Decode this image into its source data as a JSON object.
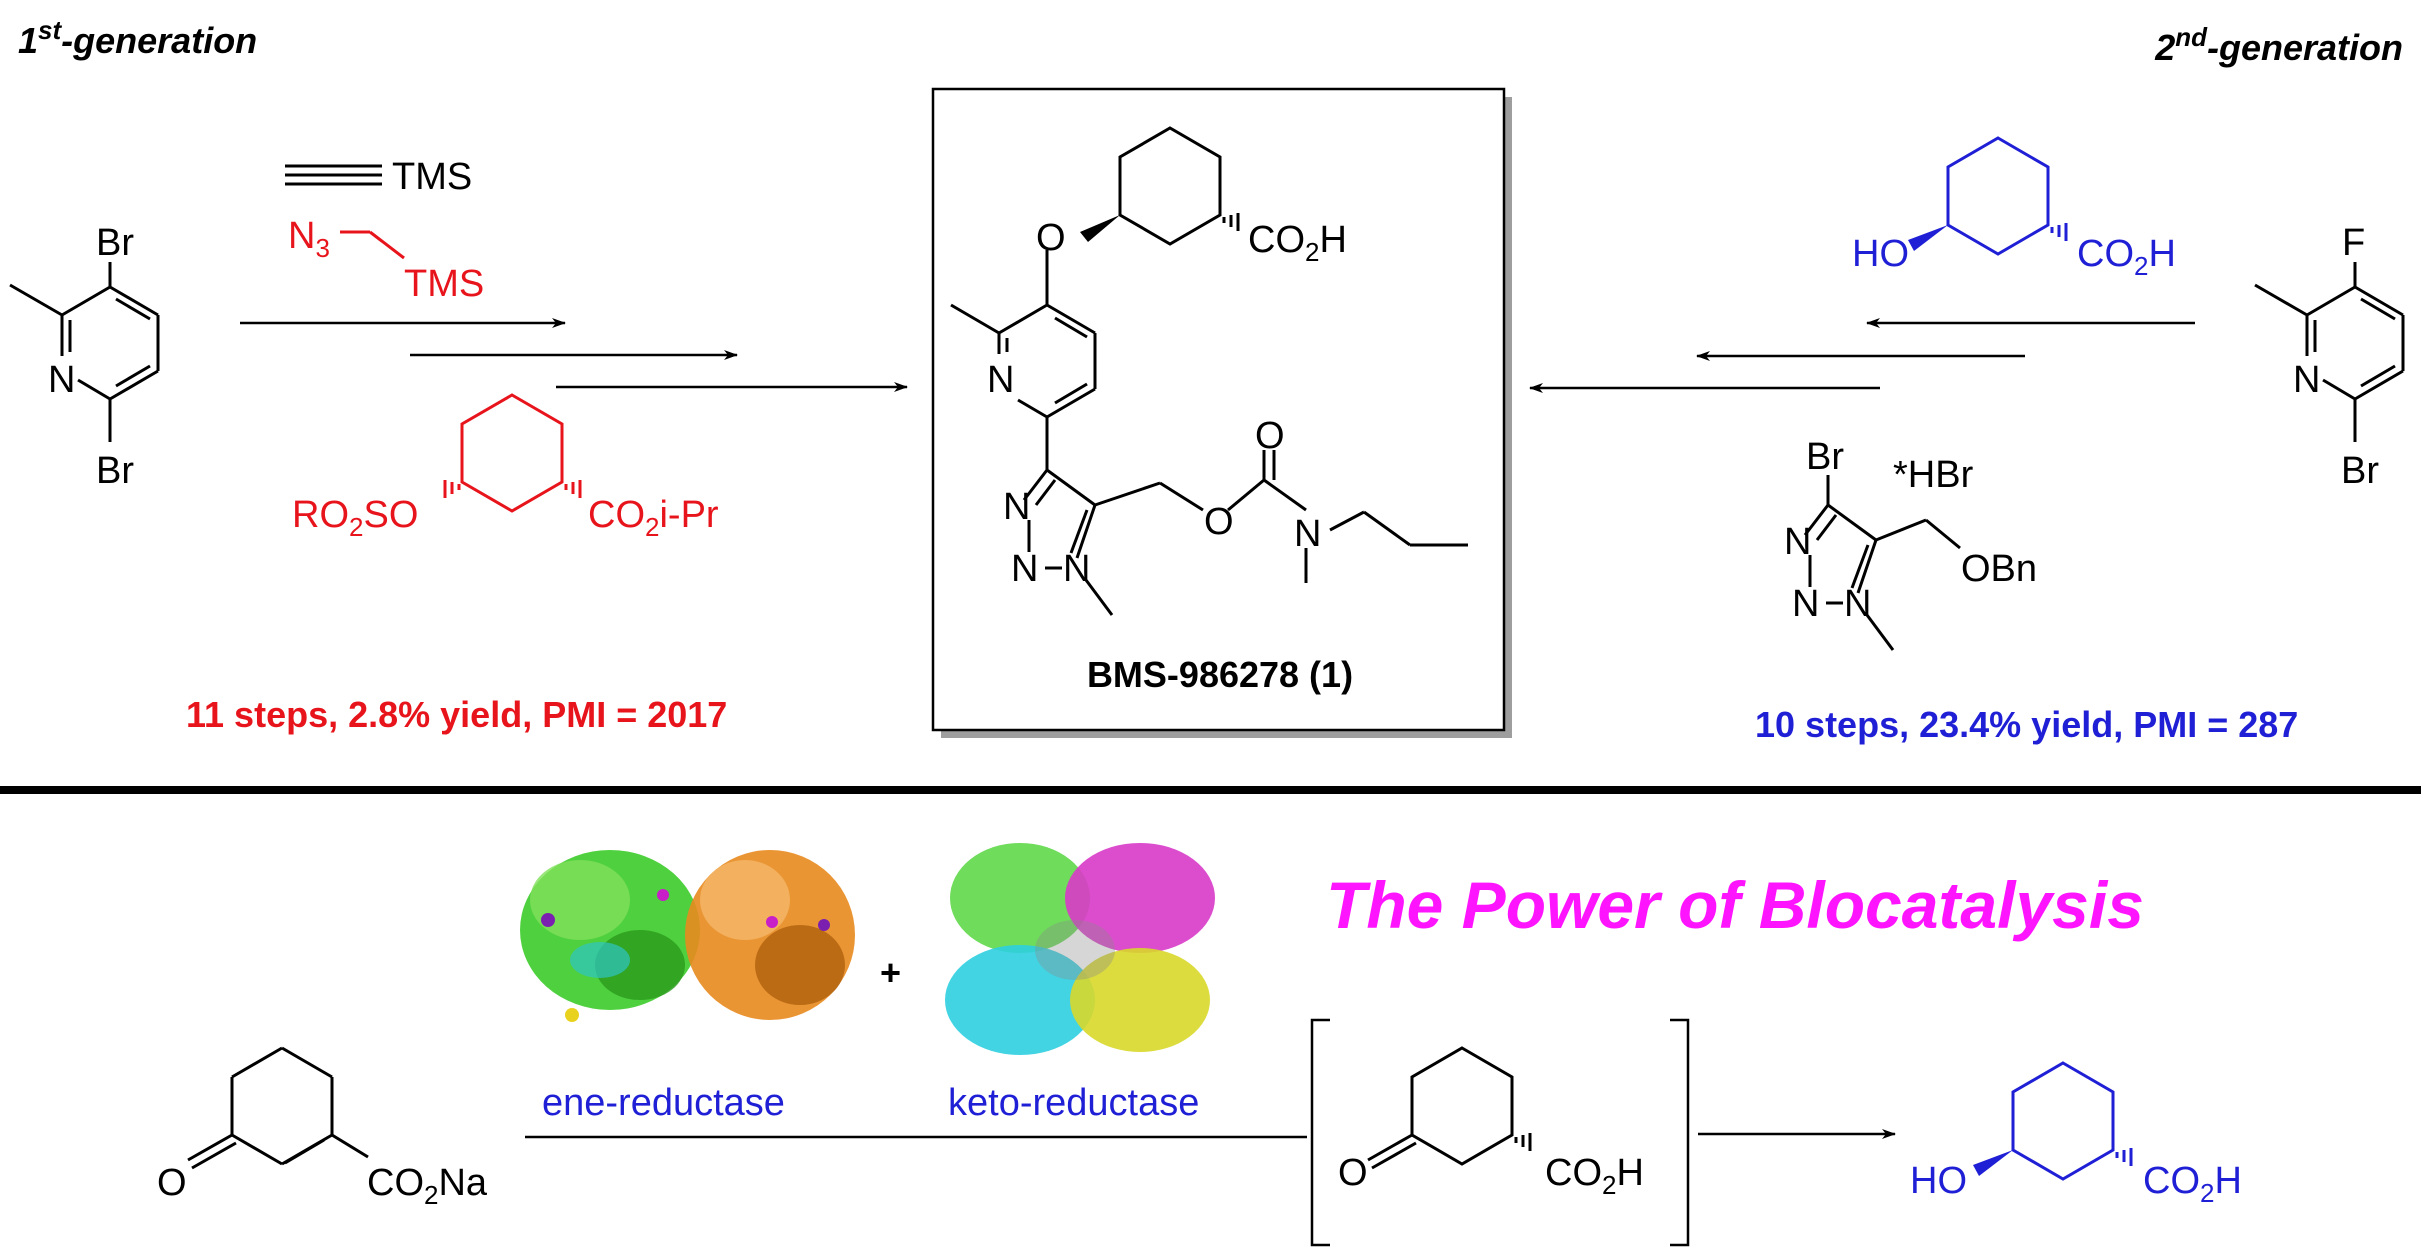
{
  "colors": {
    "black": "#000000",
    "red": "#e8141c",
    "blue": "#1f1fd6",
    "magenta": "#ff14ff",
    "frame_shadow": "#9e9e9e"
  },
  "headings": {
    "first_gen_num": "1",
    "first_gen_sup": "st",
    "first_gen_rest": "-generation",
    "second_gen_num": "2",
    "second_gen_sup": "nd",
    "second_gen_rest": "-generation"
  },
  "first_gen": {
    "dibromopyridine": {
      "br_top": "Br",
      "n": "N",
      "br_bottom": "Br"
    },
    "tms_alkyne": "TMS",
    "azide_n": "N",
    "azide_sub": "3",
    "azide_tms": "TMS",
    "sulfonate_left": "RO",
    "sulfonate_sub2": "2",
    "sulfonate_right": "SO",
    "ester_left": "CO",
    "ester_sub2": "2",
    "ester_right": "i-Pr",
    "summary": "11 steps, 2.8% yield, PMI = 2017"
  },
  "product": {
    "o_ether": "O",
    "co2h_left": "CO",
    "co2h_sub": "2",
    "co2h_right": "H",
    "n_pyridine": "N",
    "n_triazole_1": "N",
    "n_triazole_2": "N",
    "n_triazole_3": "N",
    "o_carbamate": "O",
    "o_carbonyl": "O",
    "n_carbamate": "N",
    "label": "BMS-986278 (1)"
  },
  "second_gen": {
    "ho": "HO",
    "co2h_left": "CO",
    "co2h_sub": "2",
    "co2h_right": "H",
    "fluoropyridine": {
      "f": "F",
      "n": "N",
      "br": "Br"
    },
    "triazole_br": "Br",
    "hbr_salt": "*HBr",
    "triazole_n1": "N",
    "triazole_n2": "N",
    "triazole_n3": "N",
    "obn": "OBn",
    "summary": "10 steps, 23.4% yield, PMI = 287"
  },
  "biocatalysis": {
    "title": "The Power of Blocatalysis",
    "plus": "+",
    "enzyme_1": "ene-reductase",
    "enzyme_2": "keto-reductase",
    "sm_o": "O",
    "sm_co2na_left": "CO",
    "sm_co2na_sub": "2",
    "sm_co2na_right": "Na",
    "int_o": "O",
    "int_co2h_left": "CO",
    "int_co2h_sub": "2",
    "int_co2h_right": "H",
    "prod_ho": "HO",
    "prod_co2h_left": "CO",
    "prod_co2h_sub": "2",
    "prod_co2h_right": "H"
  }
}
